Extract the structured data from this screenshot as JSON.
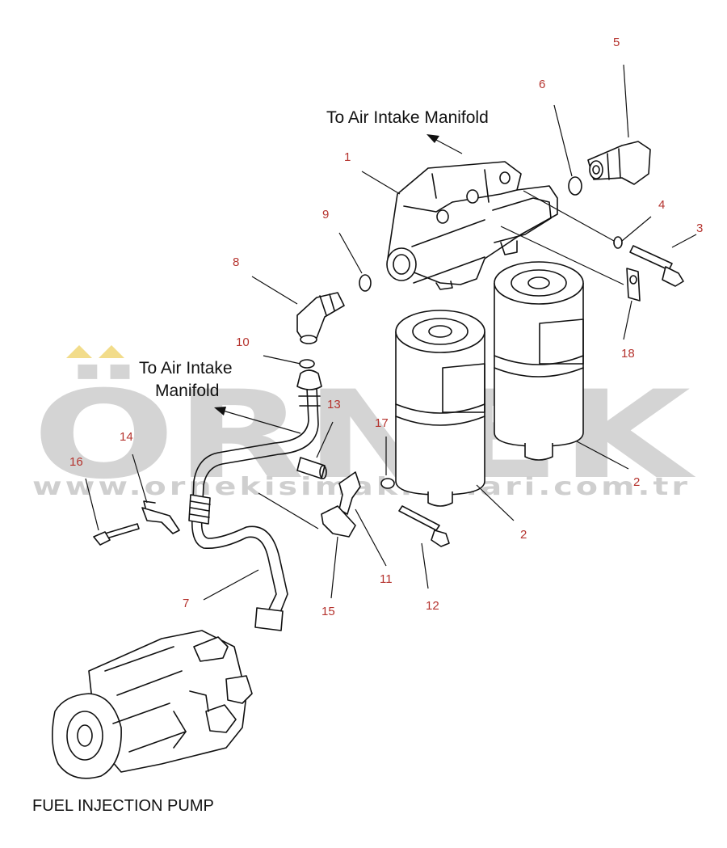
{
  "labels": {
    "air_intake_top": "To Air Intake Manifold",
    "air_intake_left_line1": "To Air Intake",
    "air_intake_left_line2": "Manifold",
    "fuel_pump": "FUEL INJECTION PUMP"
  },
  "callouts": [
    "1",
    "2",
    "2",
    "3",
    "4",
    "5",
    "6",
    "7",
    "8",
    "9",
    "10",
    "11",
    "12",
    "13",
    "14",
    "15",
    "16",
    "17",
    "18"
  ],
  "watermark": {
    "brand": "ÖRNEK",
    "url": "www.ornekisimakinalari.com.tr",
    "color": "#d4d4d4",
    "accent": "#f2dc8a"
  },
  "colors": {
    "ink": "#111111",
    "callout": "#b5332e",
    "background": "#ffffff"
  }
}
